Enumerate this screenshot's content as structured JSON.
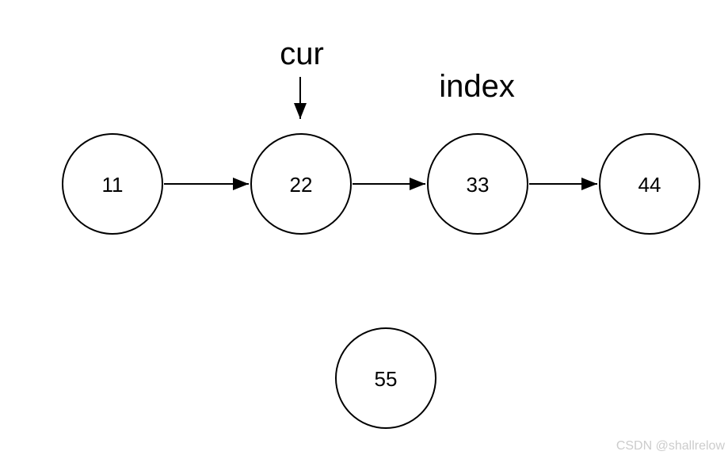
{
  "diagram": {
    "pointer_labels": {
      "cur": "cur",
      "index": "index"
    },
    "nodes": [
      {
        "value": "11"
      },
      {
        "value": "22"
      },
      {
        "value": "33"
      },
      {
        "value": "44"
      },
      {
        "value": "55"
      }
    ],
    "colors": {
      "stroke": "#000000",
      "node_fill": "#ffffff",
      "text": "#000000"
    }
  },
  "watermark": {
    "text": "CSDN @shallrelow",
    "color": "#cccccc"
  }
}
